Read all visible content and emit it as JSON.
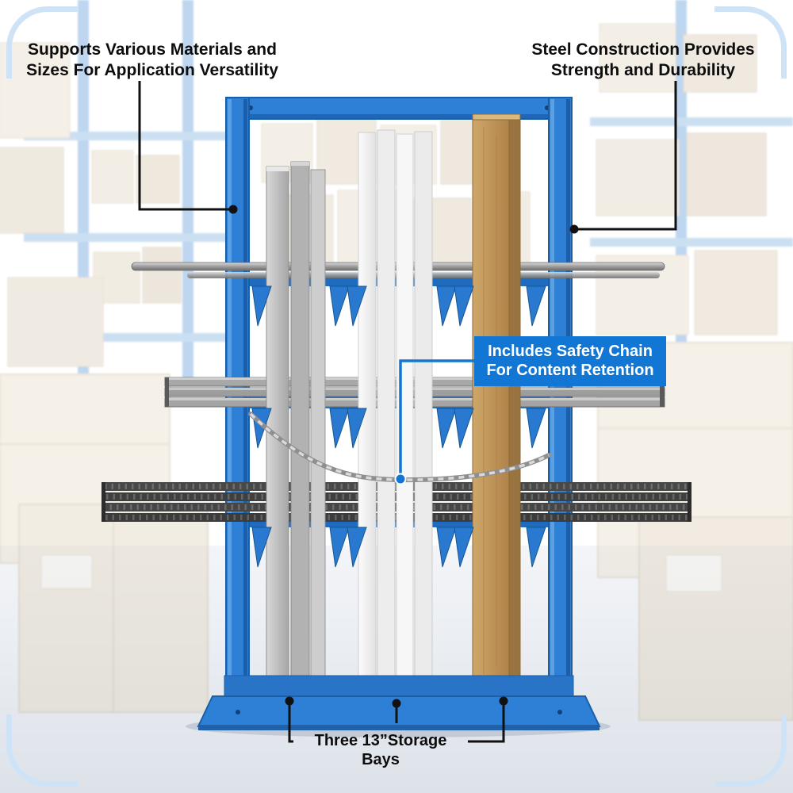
{
  "colors": {
    "rack_blue": "#2e7fd6",
    "rack_blue_dark": "#1a5fa6",
    "accent_blue": "#1277d4",
    "wood": "#c2975c",
    "steel_gray": "#b5b5b5",
    "text": "#0d0d0d"
  },
  "callouts": {
    "top_left": {
      "line1": "Supports Various Materials and",
      "line2": "Sizes For Application Versatility"
    },
    "top_right": {
      "line1": "Steel Construction Provides",
      "line2": "Strength and Durability"
    },
    "safety_chain": {
      "line1": "Includes Safety Chain",
      "line2": "For Content Retention"
    },
    "bottom": {
      "label": "Three 13”Storage Bays"
    }
  }
}
